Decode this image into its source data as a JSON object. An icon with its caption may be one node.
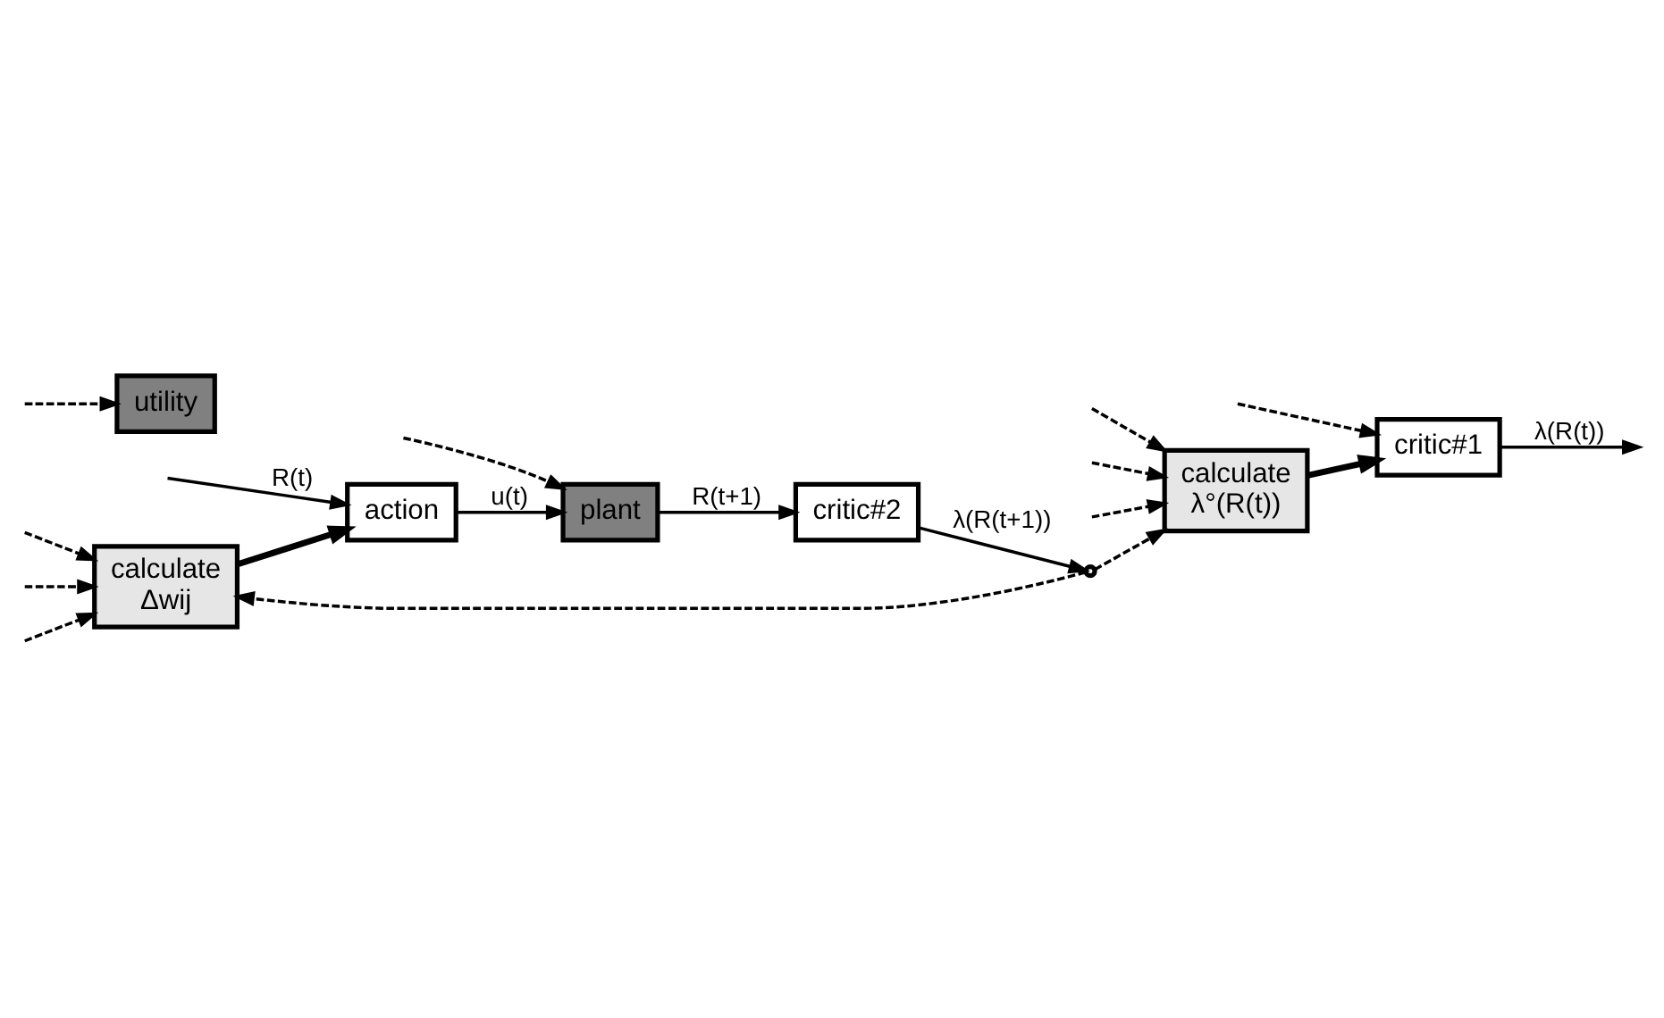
{
  "diagram": {
    "nodes": [
      {
        "text": [
          "calculate",
          "Δwij"
        ]
      },
      {
        "text": [
          "action"
        ]
      },
      {
        "text": [
          "plant"
        ]
      },
      {
        "text": [
          "critic#2"
        ]
      },
      {
        "text": [
          "critic#1"
        ]
      },
      {
        "text": [
          "utility"
        ]
      },
      {
        "text": [
          "calculate",
          "λ°(R(t))"
        ]
      },
      {
        "text": [],
        "shape": "point"
      }
    ],
    "edges": [
      {
        "from": null,
        "to": 1,
        "arrow": "to",
        "label": "R(t)"
      },
      {
        "from": 1,
        "to": 2,
        "arrow": "to",
        "label": "u(t)"
      },
      {
        "from": null,
        "to": 2,
        "arrow": "to",
        "style": "dashed"
      },
      {
        "from": null,
        "to": 4,
        "arrow": "to",
        "style": "dashed"
      },
      {
        "from": null,
        "to": 5,
        "arrow": "to",
        "style": "dashed"
      },
      {
        "from": 2,
        "to": 3,
        "arrow": "to",
        "label": "R(t+1)"
      },
      {
        "from": 3,
        "to": 7,
        "arrow": "to",
        "label": "λ(R(t+1))"
      },
      {
        "from": 7,
        "to": 0,
        "arrow": "to",
        "style": "dashed"
      },
      {
        "from": 7,
        "to": 6,
        "arrow": "to",
        "style": "dashed"
      },
      {
        "from": 4,
        "to": null,
        "arrow": "to",
        "label": "λ(R(t))"
      },
      {
        "from": 0,
        "to": 1,
        "arrow": "to",
        "style": "thick"
      },
      {
        "from": 6,
        "to": 4,
        "arrow": "to",
        "style": "thick"
      },
      {
        "from": null,
        "to": 0,
        "arrow": "to",
        "style": "dashed"
      },
      {
        "from": null,
        "to": 0,
        "arrow": "to",
        "style": "dashed"
      },
      {
        "from": null,
        "to": 0,
        "arrow": "to",
        "style": "dashed"
      },
      {
        "from": null,
        "to": 6,
        "arrow": "to",
        "style": "dashed"
      },
      {
        "from": null,
        "to": 6,
        "arrow": "to",
        "style": "dashed"
      },
      {
        "from": null,
        "to": 6,
        "arrow": "to",
        "style": "dashed"
      }
    ]
  }
}
